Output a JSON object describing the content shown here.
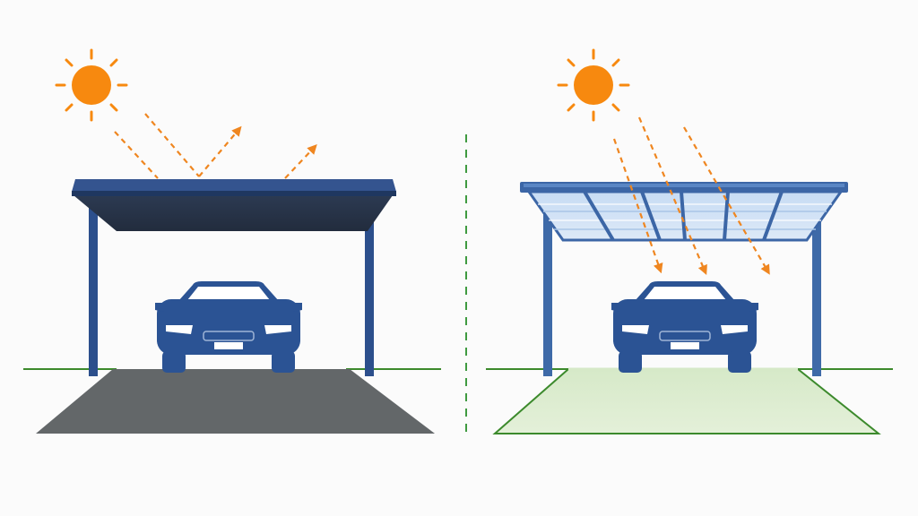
{
  "colors": {
    "background": "#fbfbfb",
    "sun": "#f7890f",
    "arrow": "#ef8620",
    "frame_blue": "#2c4f8c",
    "opaque_roof_top": "#34548f",
    "opaque_roof_underside": "#263349",
    "glass_panel": "#bcd6f2",
    "glass_panel_light": "#dbeaf8",
    "car_body": "#2b5394",
    "car_windshield": "#ffffff",
    "dark_pavement": "#636769",
    "lit_ground": "#dcebd0",
    "ground_line": "#3c8a2c",
    "divider": "#3f9a40"
  },
  "panels": [
    {
      "id": "opaque-carport",
      "roof": "opaque",
      "sunlight": "reflected",
      "ground": "shaded"
    },
    {
      "id": "translucent-carport",
      "roof": "translucent",
      "sunlight": "transmitted",
      "ground": "lit"
    }
  ],
  "icons": [
    "sun-icon",
    "car-icon",
    "arrow-icon"
  ]
}
